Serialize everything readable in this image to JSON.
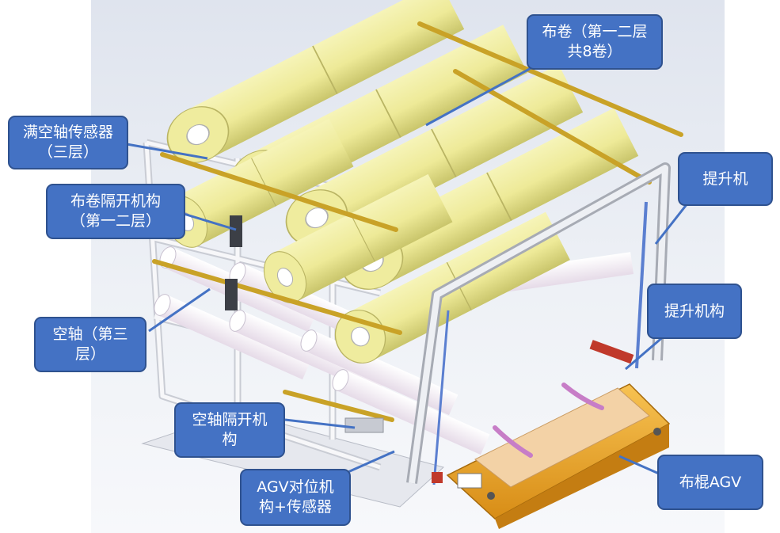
{
  "callouts": {
    "fabric_roll": "布卷（第一二层\n共8卷）",
    "full_shaft_sensor": "满空轴传感器\n（三层）",
    "roll_separator": "布卷隔开机构\n（第一二层）",
    "lift": "提升机",
    "empty_shaft": "空轴（第三\n层）",
    "lift_mechanism": "提升机构",
    "empty_shaft_separator": "空轴隔开机\n构",
    "agv_alignment": "AGV对位机\n构+传感器",
    "roller_agv": "布棍AGV"
  },
  "colors": {
    "callout_fill": "#4472c4",
    "callout_border": "#2f528f",
    "callout_text": "#ffffff",
    "roll_yellow": "#f1ef9f",
    "roll_shadow": "#c8c46a",
    "frame_white": "#f4f4f7",
    "rail_gold": "#c9a227",
    "agv_orange": "#f0a92a",
    "bracket_magenta": "#c77dc7",
    "lift_red": "#c0392b"
  }
}
